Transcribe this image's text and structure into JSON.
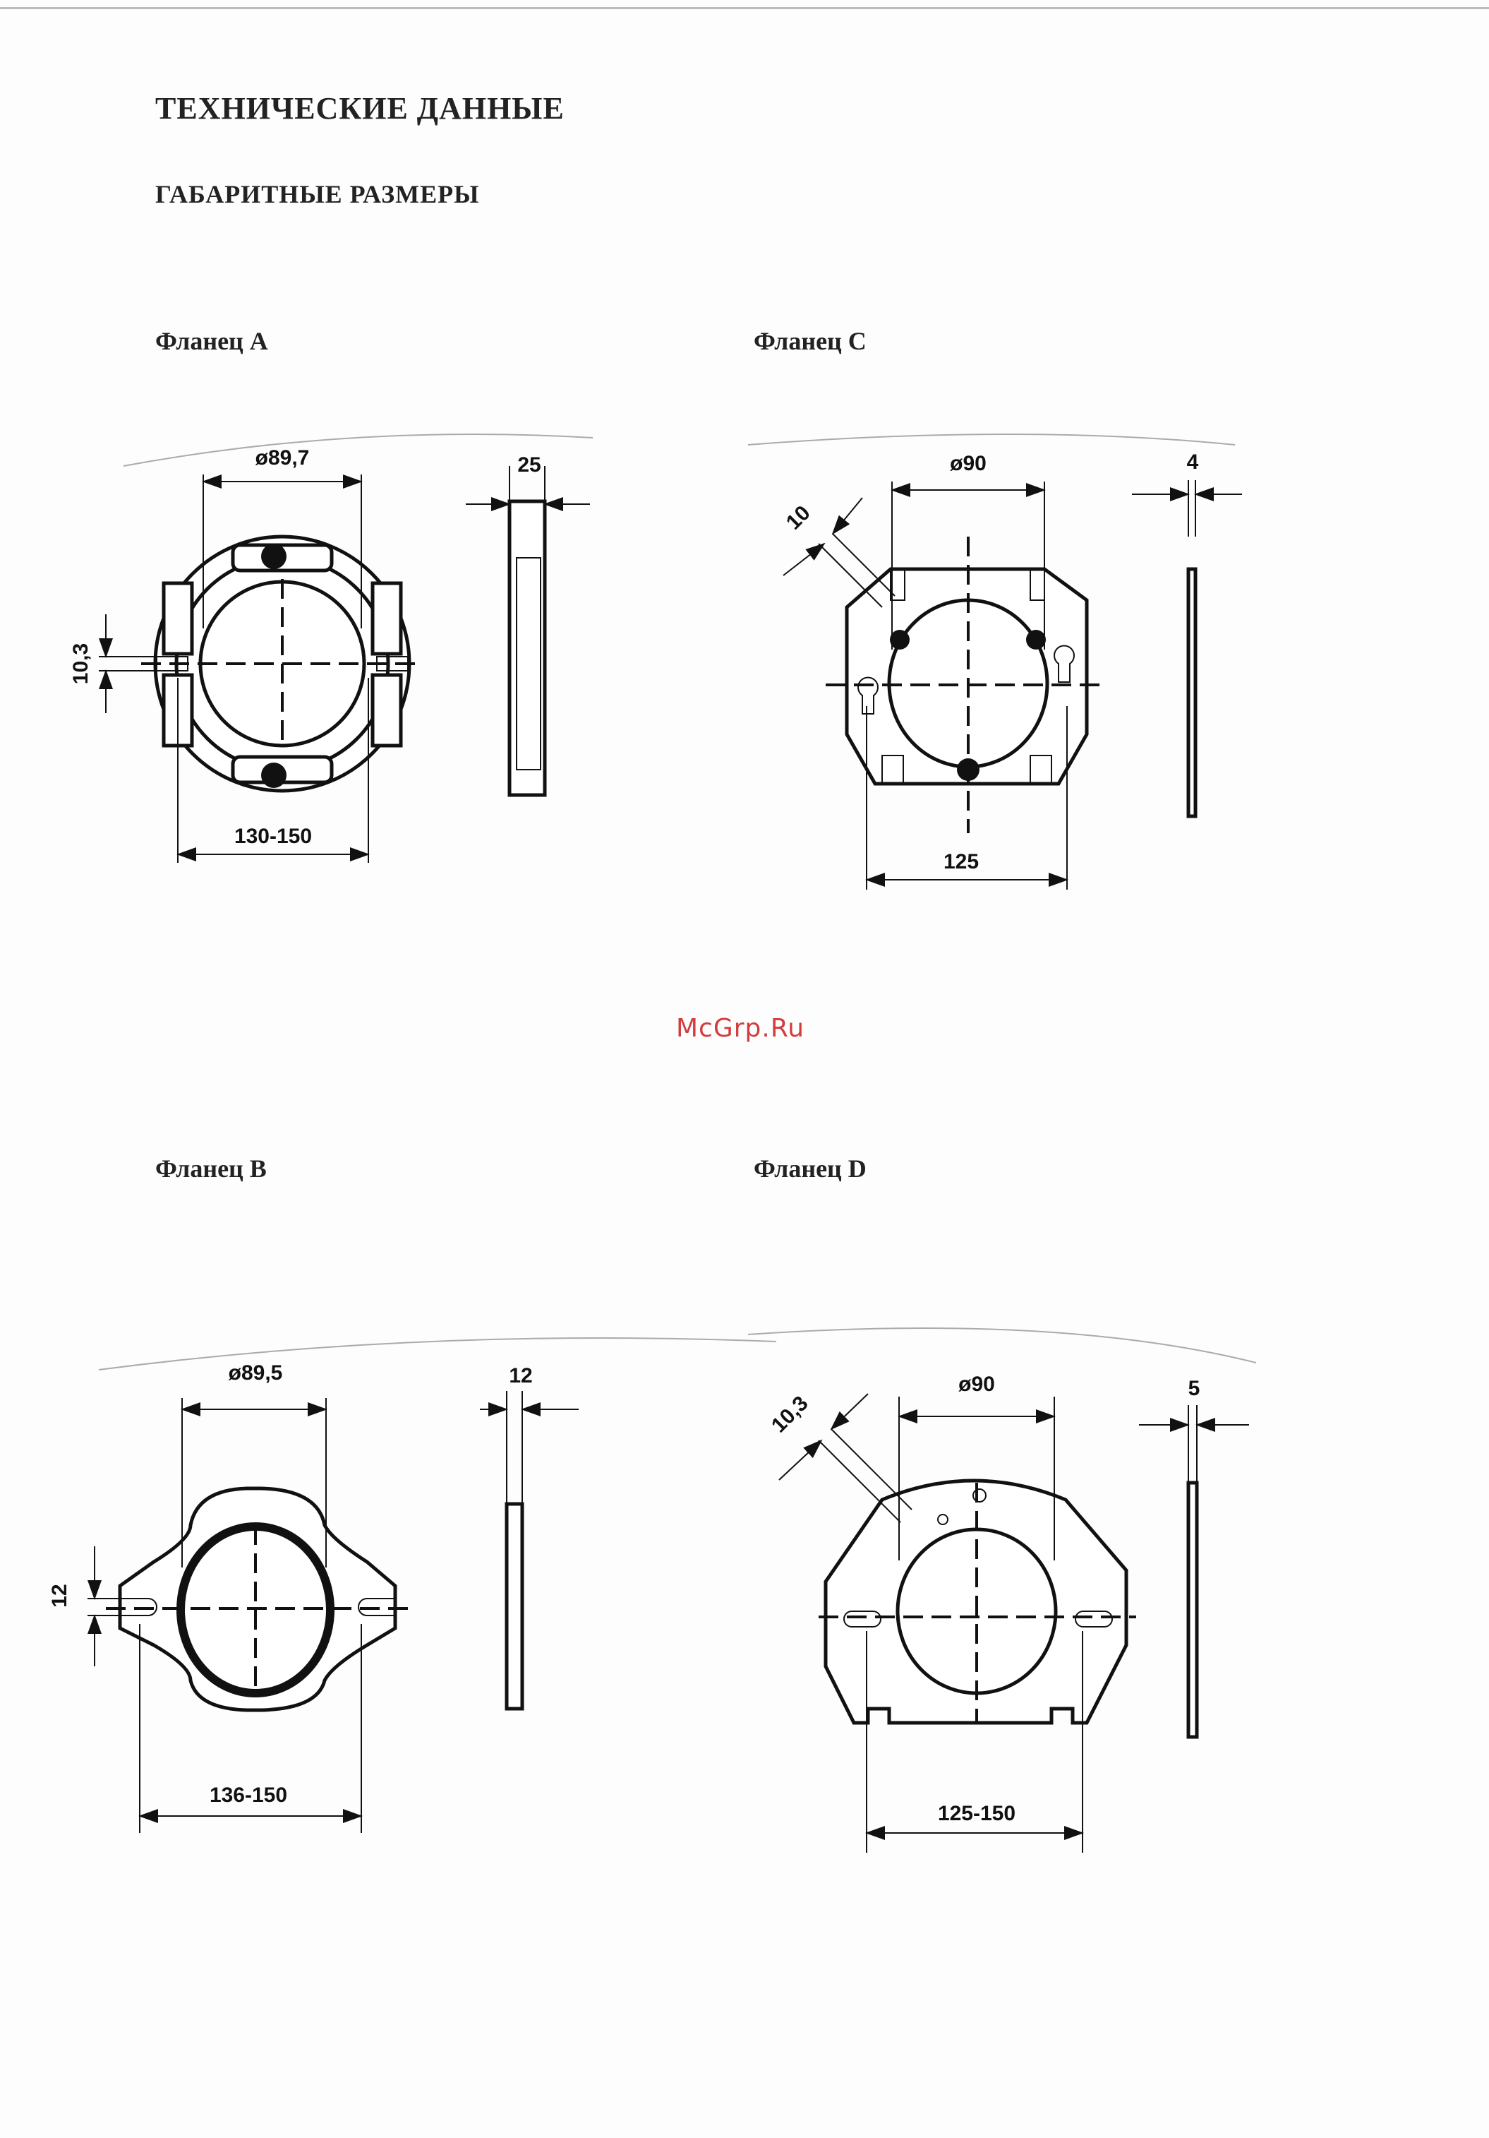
{
  "document": {
    "title": "ТЕХНИЧЕСКИЕ ДАННЫЕ",
    "subtitle": "ГАБАРИТНЫЕ РАЗМЕРЫ",
    "watermark": "McGrp.Ru"
  },
  "flanges": {
    "a": {
      "title": "Фланец А",
      "diameter": "ø89,7",
      "width": "130-150",
      "slot": "10,3",
      "thickness": "25"
    },
    "c": {
      "title": "Фланец С",
      "diameter": "ø90",
      "width": "125",
      "slot": "10",
      "thickness": "4"
    },
    "b": {
      "title": "Фланец В",
      "diameter": "ø89,5",
      "width": "136-150",
      "slot": "12",
      "thickness": "12"
    },
    "d": {
      "title": "Фланец D",
      "diameter": "ø90",
      "width": "125-150",
      "slot": "10,3",
      "thickness": "5"
    }
  },
  "colors": {
    "ink": "#111111",
    "watermark": "#d23c3c",
    "paper": "#fdfdfd"
  }
}
